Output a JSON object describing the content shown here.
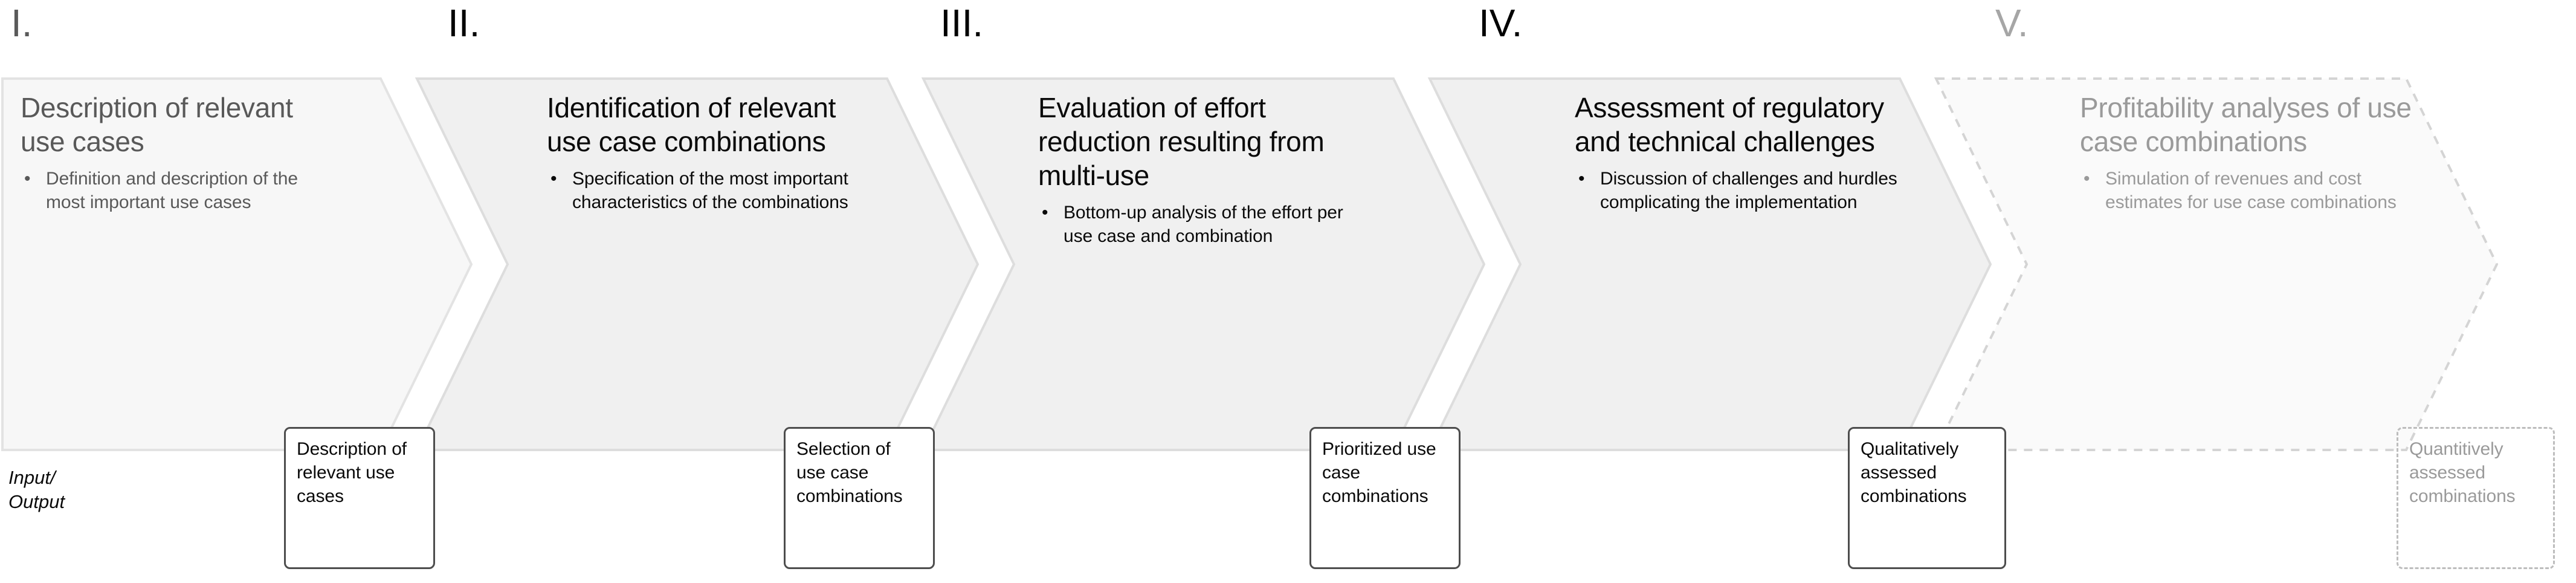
{
  "diagram": {
    "io_label": "Input/\nOutput",
    "stages": [
      {
        "numeral": "I.",
        "title": "Description of relevant use cases",
        "bullets": [
          "Definition and description of the most important use cases"
        ],
        "output": "Description of relevant use cases",
        "state": "muted",
        "fill": "#f7f7f7",
        "stroke": "#e2e2e2"
      },
      {
        "numeral": "II.",
        "title": "Identification of relevant use case combinations",
        "bullets": [
          "Specification of the most important characteristics of the combinations"
        ],
        "output": "Selection of use case combinations",
        "state": "active",
        "fill": "#f0f0f0",
        "stroke": "#dcdcdc"
      },
      {
        "numeral": "III.",
        "title": "Evaluation of effort reduction resulting from multi-use",
        "bullets": [
          "Bottom-up analysis of the effort per use case and combination"
        ],
        "output": "Prioritized use case combinations",
        "state": "active",
        "fill": "#f0f0f0",
        "stroke": "#dcdcdc"
      },
      {
        "numeral": "IV.",
        "title": "Assessment of regulatory and technical challenges",
        "bullets": [
          "Discussion of challenges and hurdles complicating the implementation"
        ],
        "output": "Qualitatively assessed combinations",
        "state": "active",
        "fill": "#f0f0f0",
        "stroke": "#dcdcdc"
      },
      {
        "numeral": "V.",
        "title": "Profitability analyses of use case combinations",
        "bullets": [
          "Simulation of revenues and cost estimates for use case combinations"
        ],
        "output": "Quantitively assessed combinations",
        "state": "ghost",
        "fill": "#fafafa",
        "stroke": "#d6d6d6"
      }
    ],
    "bullet_glyph": "•"
  }
}
